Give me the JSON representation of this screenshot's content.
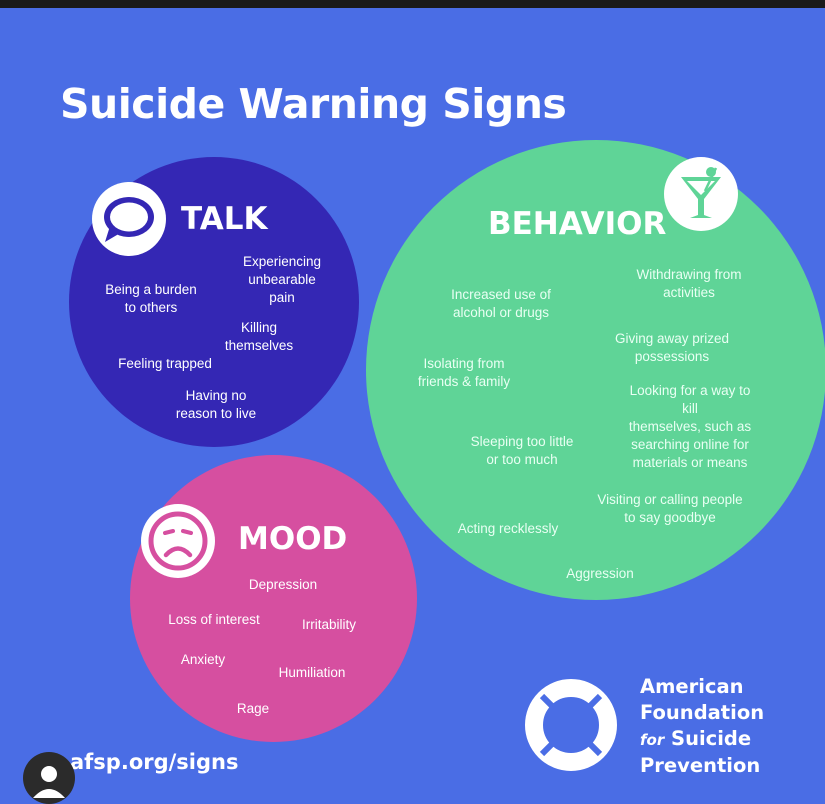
{
  "title": "Suicide Warning Signs",
  "colors": {
    "background": "#4a6de5",
    "talk": "#3427b4",
    "behavior": "#5fd497",
    "mood": "#d64fa0"
  },
  "talk": {
    "heading": "TALK",
    "icon": "speech-bubble-icon",
    "items": [
      "Experiencing\nunbearable pain",
      "Being a burden\nto others",
      "Killing themselves",
      "Feeling trapped",
      "Having no\nreason to live"
    ]
  },
  "behavior": {
    "heading": "BEHAVIOR",
    "icon": "cocktail-glass-icon",
    "items": [
      "Withdrawing from\nactivities",
      "Increased use of\nalcohol or drugs",
      "Giving away prized possessions",
      "Isolating from\nfriends & family",
      "Looking for a way to kill\nthemselves, such as\nsearching online for\nmaterials or means",
      "Sleeping too little\nor too much",
      "Visiting or calling people\nto say goodbye",
      "Acting recklessly",
      "Aggression"
    ]
  },
  "mood": {
    "heading": "MOOD",
    "icon": "sad-face-icon",
    "items": [
      "Depression",
      "Loss of interest",
      "Irritability",
      "Anxiety",
      "Humiliation",
      "Rage"
    ]
  },
  "footer": {
    "url": "afsp.org/signs",
    "org_line1": "American",
    "org_line2": "Foundation",
    "org_for": "for",
    "org_line3": "Suicide",
    "org_line4": "Prevention",
    "logo_icon": "life-preserver-icon"
  }
}
